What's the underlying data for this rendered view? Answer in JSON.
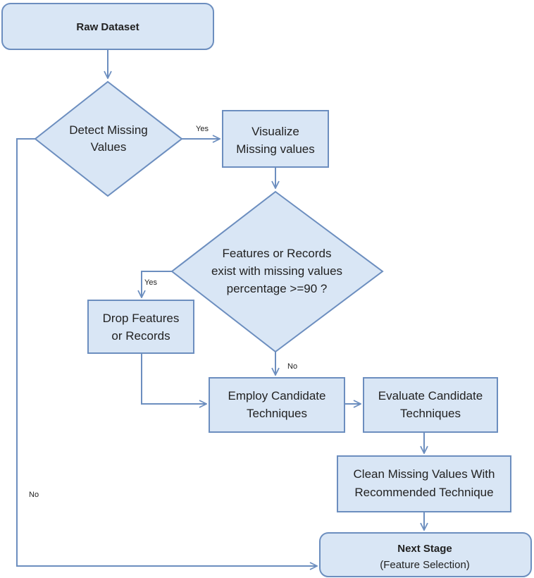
{
  "colors": {
    "box_fill": "#d9e6f5",
    "box_stroke": "#6c8ebf",
    "edge": "#6c8ebf",
    "text": "#222222"
  },
  "nodes": {
    "raw_dataset": "Raw Dataset",
    "detect_missing": [
      "Detect Missing",
      "Values"
    ],
    "visualize_missing": [
      "Visualize",
      "Missing values"
    ],
    "features_or_records": [
      "Features or Records",
      "exist with missing values",
      "percentage >=90 ?"
    ],
    "drop_features": [
      "Drop Features",
      "or Records"
    ],
    "employ_candidate": [
      "Employ Candidate",
      "Techniques"
    ],
    "evaluate_candidate": [
      "Evaluate Candidate",
      "Techniques"
    ],
    "clean_missing": [
      "Clean Missing Values With",
      "Recommended Technique"
    ],
    "next_stage_title": "Next Stage",
    "next_stage_subtitle": "(Feature Selection)"
  },
  "edge_labels": {
    "detect_yes": "Yes",
    "detect_no": "No",
    "features_yes": "Yes",
    "features_no": "No"
  }
}
